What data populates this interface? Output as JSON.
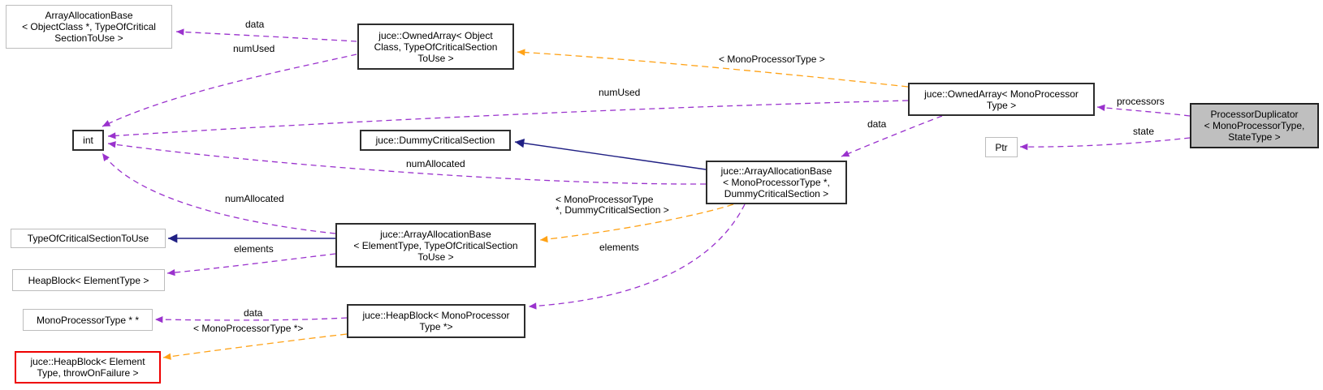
{
  "diagram": {
    "kind": "doxygen-collaboration-graph",
    "main_class": "ProcessorDuplicator< MonoProcessorType, StateType >",
    "colors": {
      "background": "#ffffff",
      "usage_arrow": "#9a32cd",
      "template_arrow": "#ffa216",
      "inheritance_arrow": "#202084",
      "solid_node_border": "#2d2d2d",
      "external_node_border": "#bdbdbd",
      "truncated_node_border": "#ee0000",
      "main_node_fill": "#bfbfbf"
    },
    "nodes": [
      {
        "id": "array-allocation-base-objectclass",
        "label": "ArrayAllocationBase\n< ObjectClass *, TypeOfCritical\nSectionToUse >"
      },
      {
        "id": "owned-array-objectclass",
        "label": "juce::OwnedArray< Object\nClass, TypeOfCriticalSection\nToUse >"
      },
      {
        "id": "int",
        "label": "int"
      },
      {
        "id": "dummy-critical-section",
        "label": "juce::DummyCriticalSection"
      },
      {
        "id": "owned-array-mono",
        "label": "juce::OwnedArray< MonoProcessor\nType >"
      },
      {
        "id": "ptr",
        "label": "Ptr"
      },
      {
        "id": "processor-duplicator",
        "label": "ProcessorDuplicator\n< MonoProcessorType,\nStateType >"
      },
      {
        "id": "array-allocation-base-mono",
        "label": "juce::ArrayAllocationBase\n< MonoProcessorType *,\nDummyCriticalSection >"
      },
      {
        "id": "type-of-critical-section-to-use",
        "label": "TypeOfCriticalSectionToUse"
      },
      {
        "id": "array-allocation-base-element",
        "label": "juce::ArrayAllocationBase\n< ElementType, TypeOfCriticalSection\nToUse >"
      },
      {
        "id": "heapblock-element",
        "label": "HeapBlock< ElementType >"
      },
      {
        "id": "mono-processor-type-ptr-ptr",
        "label": "MonoProcessorType * *"
      },
      {
        "id": "heapblock-mono",
        "label": "juce::HeapBlock< MonoProcessor\nType *>"
      },
      {
        "id": "heapblock-throw-on-failure",
        "label": "juce::HeapBlock< Element\nType, throwOnFailure >"
      }
    ],
    "edge_labels": [
      {
        "id": "data-top",
        "text": "data"
      },
      {
        "id": "numused-top",
        "text": "numUsed"
      },
      {
        "id": "template-mono",
        "text": "< MonoProcessorType >"
      },
      {
        "id": "numused-long",
        "text": "numUsed"
      },
      {
        "id": "data-right",
        "text": "data"
      },
      {
        "id": "numallocated-center",
        "text": "numAllocated"
      },
      {
        "id": "template-mono-dummy",
        "text": "< MonoProcessorType\n*, DummyCriticalSection >"
      },
      {
        "id": "numallocated-left",
        "text": "numAllocated"
      },
      {
        "id": "elements-left",
        "text": "elements"
      },
      {
        "id": "elements-center",
        "text": "elements"
      },
      {
        "id": "data-bottom",
        "text": "data"
      },
      {
        "id": "template-mono-ptr",
        "text": "< MonoProcessorType *>"
      },
      {
        "id": "processors",
        "text": "processors"
      },
      {
        "id": "state",
        "text": "state"
      }
    ],
    "edges": [
      {
        "from": 1,
        "to": 0,
        "label": "data",
        "type": "usage"
      },
      {
        "from": 1,
        "to": 2,
        "label": "numUsed",
        "type": "usage"
      },
      {
        "from": 4,
        "to": 1,
        "label": "< MonoProcessorType >",
        "type": "template-instance"
      },
      {
        "from": 4,
        "to": 2,
        "label": "numUsed",
        "type": "usage"
      },
      {
        "from": 4,
        "to": 7,
        "label": "data",
        "type": "usage"
      },
      {
        "from": 7,
        "to": 2,
        "label": "numAllocated",
        "type": "usage"
      },
      {
        "from": 7,
        "to": 3,
        "label": "",
        "type": "inheritance"
      },
      {
        "from": 7,
        "to": 9,
        "label": "< MonoProcessorType\n*, DummyCriticalSection >",
        "type": "template-instance"
      },
      {
        "from": 7,
        "to": 12,
        "label": "elements",
        "type": "usage"
      },
      {
        "from": 9,
        "to": 2,
        "label": "numAllocated",
        "type": "usage"
      },
      {
        "from": 9,
        "to": 8,
        "label": "",
        "type": "inheritance"
      },
      {
        "from": 9,
        "to": 10,
        "label": "elements",
        "type": "usage"
      },
      {
        "from": 12,
        "to": 11,
        "label": "data",
        "type": "usage"
      },
      {
        "from": 12,
        "to": 13,
        "label": "< MonoProcessorType *>",
        "type": "template-instance"
      },
      {
        "from": 6,
        "to": 4,
        "label": "processors",
        "type": "usage"
      },
      {
        "from": 6,
        "to": 5,
        "label": "state",
        "type": "usage"
      }
    ]
  }
}
